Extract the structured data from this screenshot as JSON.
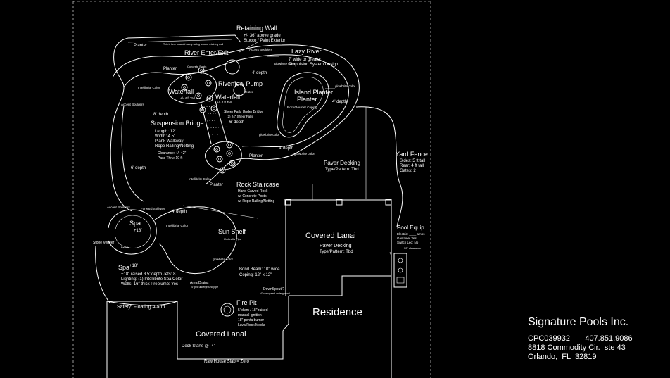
{
  "labels": {
    "retaining_wall": "Retaining Wall",
    "retaining_wall_d1": "+/- 36\" above grade",
    "retaining_wall_d2": "Stucco / Paint Exterior",
    "planter_top": "Planter",
    "planter_note": "This is here to avoid safety railing around retaining wall",
    "river_enter_exit": "River Enter/Exit",
    "accent_boulders_top": "Accent Boulders",
    "lazy_river": "Lazy River",
    "lazy_river_d1": "7' wide or greater",
    "lazy_river_d2": "Propulsion System Design",
    "glowbrite_1": "glowbrite color",
    "planter_2": "Planter",
    "concrete_posts": "Concrete Posts",
    "depth_4_a": "4' depth",
    "intellibrite_1": "Intellibrite Color",
    "waterfall_1": "Waterfall",
    "waterfall_2": "Waterfall",
    "riverflow_pump": "Riverflow Pump",
    "heater": "Heater",
    "tall_4ft": "+/- 4 ft Tall",
    "island_planter": "Island Planter",
    "rock_boulder": "Rock/Boulder Coping",
    "glowbrite_2": "glowbrite color",
    "accent_boulders_left": "Accent Boulders",
    "depth_8": "8' depth",
    "sheer_falls": "Sheer Falls Under Bridge",
    "sheer_falls_d": "(2) 24\" Sheer Falls",
    "depth_4_b": "4' depth",
    "suspension_bridge": "Suspension Bridge",
    "sb_length": "Length: 12'",
    "sb_width": "Width: 4.5'",
    "sb_walkway": "Plank Walkway",
    "sb_railing": "Rope Railing/Netting",
    "sb_clearance": "Clearance: +/- 42\"",
    "sb_pass": "Pass Thru: 10 ft",
    "depth_6_a": "6' depth",
    "glowbrite_3": "glowbrite color",
    "planter_3": "Planter",
    "depth_4_c": "4' depth",
    "glowbrite_4": "glowbrite color",
    "yard_fence": "Yard Fence",
    "yf_sides": "Sides: 5 ft tall",
    "yf_rear": "Rear: 4 ft tall",
    "yf_gates": "Gates: 2",
    "depth_6_b": "6' depth",
    "paver_decking": "Paver Decking",
    "paver_type": "Type/Pattern: Tbd",
    "intellibrite_2": "Intellibrite Color",
    "planter_4": "Planter",
    "rock_staircase": "Rock Staircase",
    "rs_d1": "Hand Carved Rock",
    "rs_d2": "w/ Concrete Posts",
    "rs_d3": "w/ Rope Railing/Netting",
    "accent_boulders_spa": "Accent Boulders",
    "forward_spillway": "Forward Spillway",
    "depth_4_d": "4' depth",
    "spa_small": "Spa",
    "spa_small_plus": "+18\"",
    "intellibrite_3": "Intellibrite Color",
    "sun_shelf": "Sun Shelf",
    "umbrella_pipe": "Umbrella Pipe",
    "stone_veneer": "Stone Veneer",
    "bench": "Bench",
    "covered_lanai_1": "Covered Lanai",
    "cl1_paver": "Paver Decking",
    "cl1_type": "Type/Pattern: Tbd",
    "pool_equip": "Pool Equip",
    "pe_electric": "Electric: ____ amps",
    "pe_gas": "Gas Line: Yes",
    "pe_switch": "Switch Leg: No",
    "pe_clearance": "30\" clearance",
    "spa_main": "Spa",
    "spa_main_plus": "+18\"",
    "spa_d1": "+18\" raised  3.5' depth  Jets: 8",
    "spa_d2": "Lighting: (1) Intellibrite Spa Color",
    "spa_d3": "Walls: 16\" thick   Preplumb: Yes",
    "glowbrite_5": "glowbrite color",
    "bond_beam": "Bond Beam: 10\" wide",
    "coping": "Coping: 12\" x 12\"",
    "area_drains": "Area Drains",
    "area_drains_d": "4\" pvc underground pipe",
    "downspout": "DownSpout ?",
    "downspout_d": "4\" corrugated underground",
    "safety": "Safety: Floating Alarm",
    "fire_pit": "Fire Pit",
    "fp_d1": "5' diam / 18\" raised",
    "fp_d2": "manual ignition",
    "fp_d3": "18\" penta burner",
    "fp_d4": "Lava Rock Media",
    "residence": "Residence",
    "covered_lanai_2": "Covered Lanai",
    "deck_starts": "Deck Starts @ -4\"",
    "raw_house_slab": "Raw House Slab = Zero"
  },
  "title_block": {
    "company": "Signature Pools Inc.",
    "lines": [
      "CPC039932       407.851.9086",
      "8818 Commodity Cir.  ste 43",
      "Orlando,  FL  32819"
    ]
  }
}
